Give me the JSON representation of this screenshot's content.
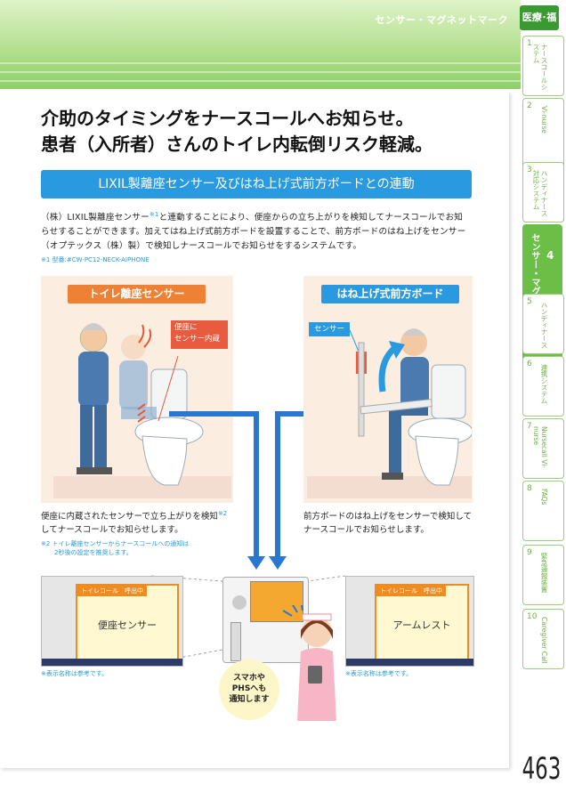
{
  "header": {
    "section_title": "センサー・マグネットマーク",
    "category": "医療･福祉"
  },
  "headline": {
    "line1": "介助のタイミングをナースコールへお知らせ。",
    "line2": "患者（入所者）さんのトイレ内転倒リスク軽減。"
  },
  "banner": "LIXIL製離座センサー及びはね上げ式前方ボードとの連動",
  "body": {
    "line1a": "（株）LIXIL製離座センサー",
    "line1sup": "※1",
    "line1b": "と連動することにより、便座からの立ち上がりを検知してナースコールでお知",
    "line2": "らせすることができます。加えてはね上げ式前方ボードを設置することで、前方ボードのはね上げをセンサー",
    "line3": "（オプテックス（株）製）で検知しナースコールでお知らせをするシステムです。",
    "footnote1": "※1 型番:#CW-PC12-NECK-AIPHONE"
  },
  "left_panel": {
    "label": "トイレ離座センサー",
    "callout_line1": "便座に",
    "callout_line2": "センサー内蔵",
    "caption_line1a": "便座に内蔵されたセンサーで立ち上がりを検知",
    "caption_sup": "※2",
    "caption_line2": "してナースコールでお知らせします。",
    "footnote2_line1": "※2 トイレ離座センサーからナースコールへの通知は",
    "footnote2_line2": "2秒後の設定を推奨します。"
  },
  "right_panel": {
    "label": "はね上げ式前方ボード",
    "sensor_tag": "センサー",
    "caption_line1": "前方ボードのはね上げをセンサーで検知して",
    "caption_line2": "ナースコールでお知らせします。"
  },
  "screens": {
    "left_tab": "トイレコール　呼出中",
    "left_message": "便座センサー",
    "right_tab": "トイレコール　呼出中",
    "right_message": "アームレスト",
    "note_left": "※表示名称は参考です。",
    "note_right": "※表示名称は参考です。"
  },
  "bubble": {
    "line1": "スマホや",
    "line2": "PHSへも",
    "line3": "通知します"
  },
  "sidebar": {
    "active_label": "センサー・マグネットマーク",
    "active_number": "4",
    "tabs": [
      {
        "num": "1",
        "text": "ナースコールシステム"
      },
      {
        "num": "2",
        "text": "Vi-nurse"
      },
      {
        "num": "3",
        "text": "ハンディナース対応システム"
      },
      {
        "num": "5",
        "text": "ハンディナース"
      },
      {
        "num": "6",
        "text": "連携システム"
      },
      {
        "num": "7",
        "text": "Nursecall Vi-nurse"
      },
      {
        "num": "8",
        "text": "FAQs"
      },
      {
        "num": "9",
        "text": "緊急通報装置"
      },
      {
        "num": "10",
        "text": "Caregiver Call"
      }
    ]
  },
  "page_number": "463",
  "colors": {
    "accent_blue": "#2a9ae0",
    "accent_orange": "#ee8133",
    "header_green": "#8cd067",
    "tab_green": "#6bbf47"
  }
}
